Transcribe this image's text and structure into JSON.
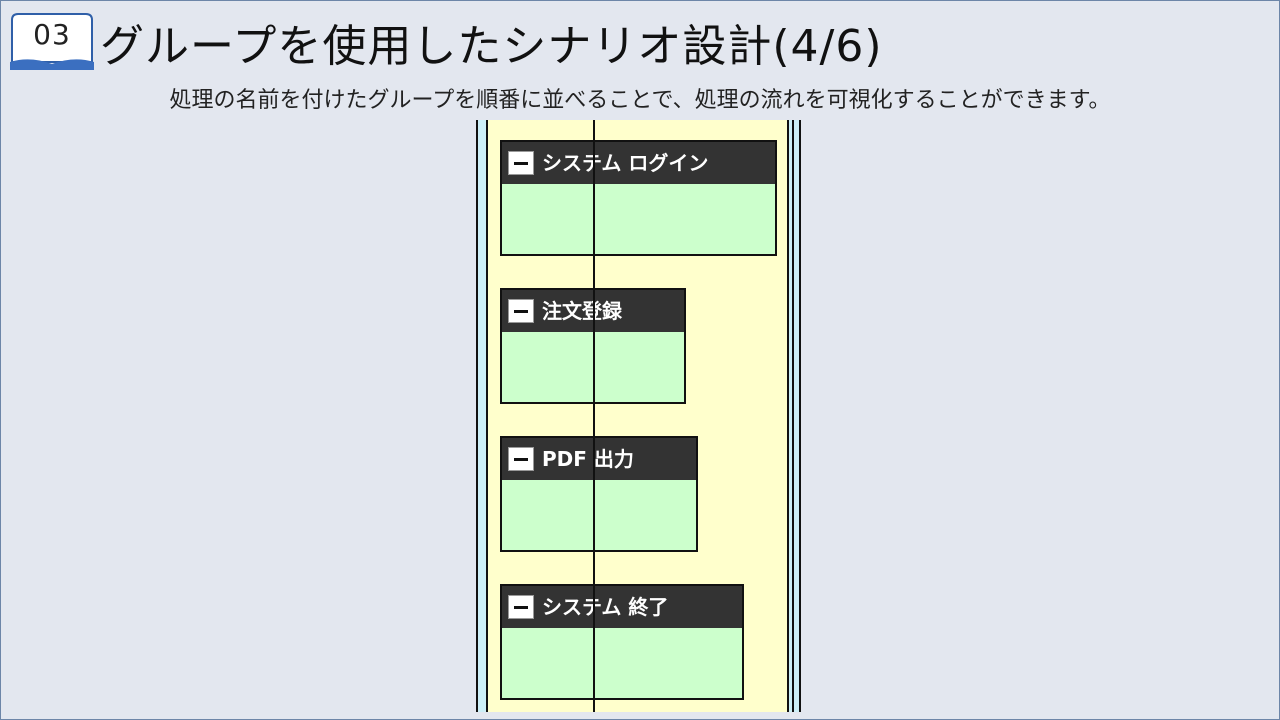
{
  "slide": {
    "badge_number": "03",
    "title": "グループを使用したシナリオ設計(4/6)",
    "subtitle": "処理の名前を付けたグループを順番に並べることで、処理の流れを可視化することができます。"
  },
  "colors": {
    "background": "#e3e7ef",
    "panel": "#ffffcc",
    "rail": "#cceff7",
    "group_header": "#333333",
    "group_body": "#ccffcc"
  },
  "groups": [
    {
      "label": "システム ログイン"
    },
    {
      "label": "注文登録"
    },
    {
      "label": "PDF 出力"
    },
    {
      "label": "システム 終了"
    }
  ]
}
